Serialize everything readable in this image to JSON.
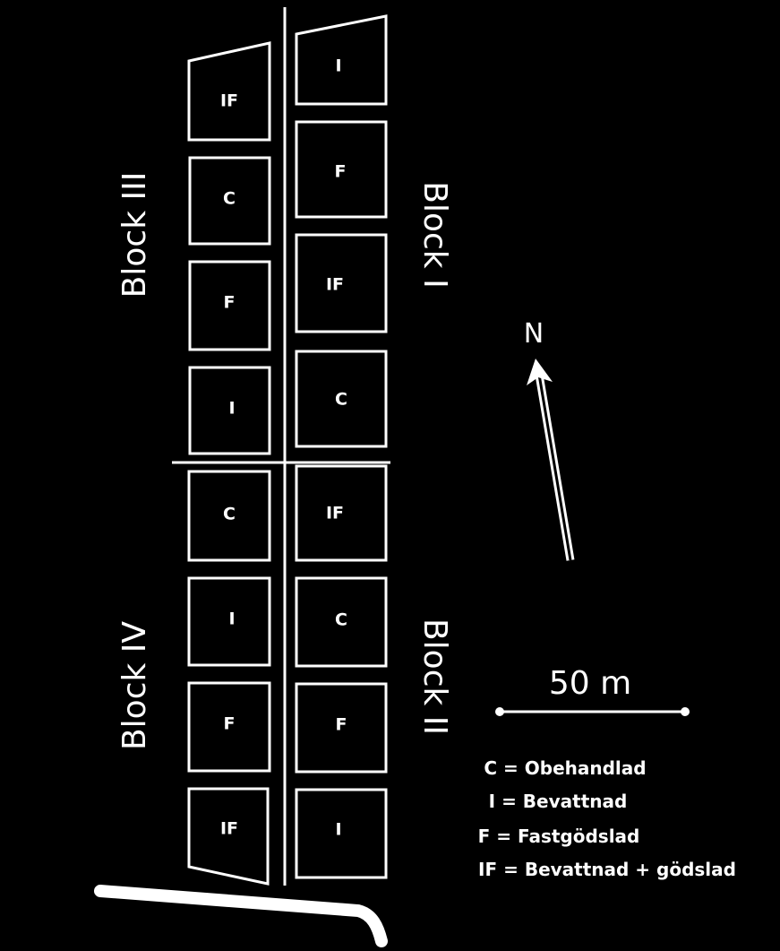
{
  "blocks": [
    {
      "label": "Block  III"
    },
    {
      "label": "Block  I"
    },
    {
      "label": "Block  IV"
    },
    {
      "label": "Block  II"
    }
  ],
  "plots": {
    "left": [
      "IF",
      "C",
      "F",
      "I",
      "C",
      "I",
      "F",
      "IF"
    ],
    "right": [
      "I",
      "F",
      "IF",
      "C",
      "IF",
      "C",
      "F",
      "I"
    ]
  },
  "north": {
    "label": "N"
  },
  "scale": {
    "label": "50 m"
  },
  "legend": [
    {
      "text": "C = Obehandlad"
    },
    {
      "text": "I = Bevattnad"
    },
    {
      "text": "F = Fastgödslad"
    },
    {
      "text": "IF = Bevattnad + gödslad"
    }
  ],
  "colors": {
    "background": "#000000",
    "foreground": "#ffffff"
  }
}
